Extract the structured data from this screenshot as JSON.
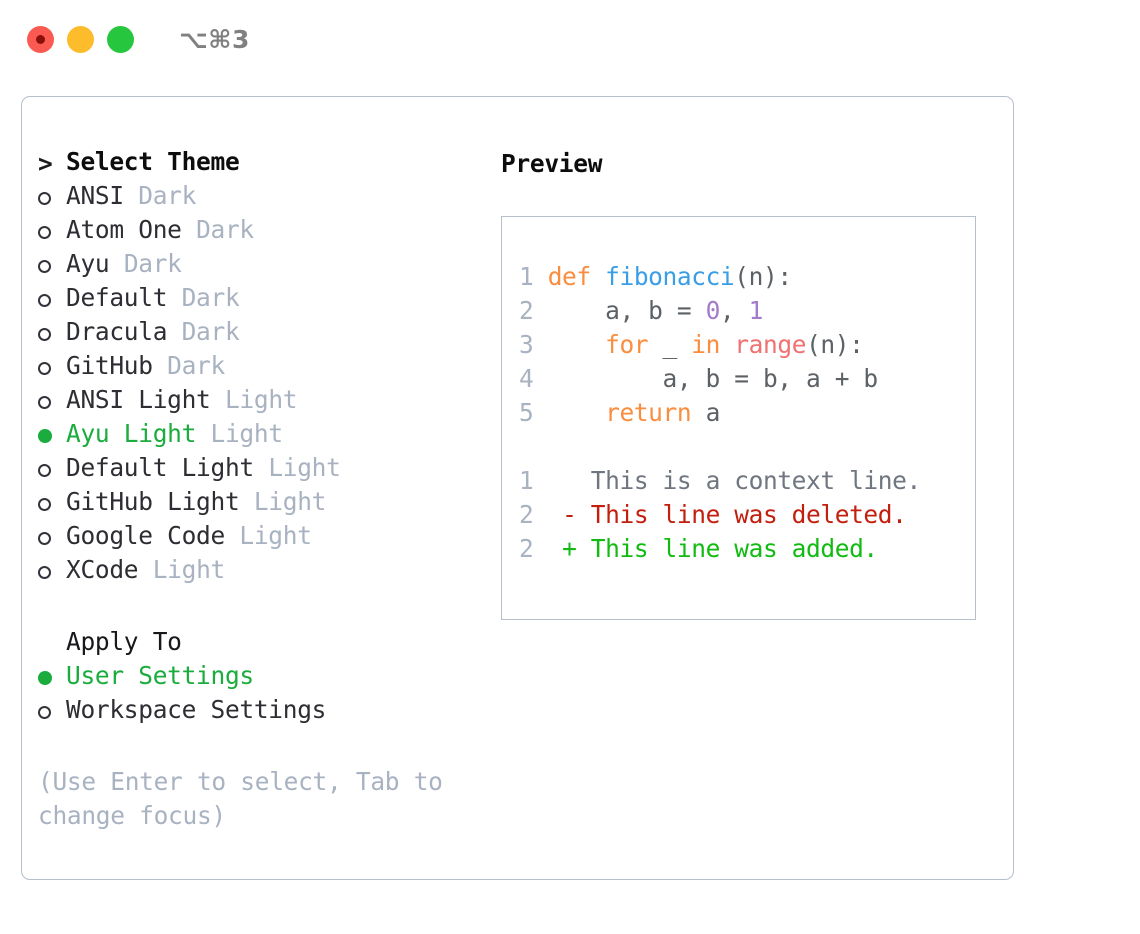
{
  "titlebar": {
    "shortcut": "⌥⌘3",
    "buttons": [
      {
        "name": "close",
        "color": "#fb5a52"
      },
      {
        "name": "minimize",
        "color": "#fcbc2b"
      },
      {
        "name": "maximize",
        "color": "#26c73f"
      }
    ]
  },
  "theme_panel": {
    "heading": "Select Theme",
    "caret": ">",
    "items": [
      {
        "label": "ANSI",
        "tag": "Dark",
        "selected": false
      },
      {
        "label": "Atom One",
        "tag": "Dark",
        "selected": false
      },
      {
        "label": "Ayu",
        "tag": "Dark",
        "selected": false
      },
      {
        "label": "Default",
        "tag": "Dark",
        "selected": false
      },
      {
        "label": "Dracula",
        "tag": "Dark",
        "selected": false
      },
      {
        "label": "GitHub",
        "tag": "Dark",
        "selected": false
      },
      {
        "label": "ANSI Light",
        "tag": "Light",
        "selected": false
      },
      {
        "label": "Ayu Light",
        "tag": "Light",
        "selected": true
      },
      {
        "label": "Default Light",
        "tag": "Light",
        "selected": false
      },
      {
        "label": "GitHub Light",
        "tag": "Light",
        "selected": false
      },
      {
        "label": "Google Code",
        "tag": "Light",
        "selected": false
      },
      {
        "label": "XCode",
        "tag": "Light",
        "selected": false
      }
    ]
  },
  "apply_to": {
    "heading": "Apply To",
    "options": [
      {
        "label": "User Settings",
        "selected": true
      },
      {
        "label": "Workspace Settings",
        "selected": false
      }
    ]
  },
  "hint": "(Use Enter to select, Tab to change focus)",
  "preview": {
    "title": "Preview",
    "code_lines": [
      {
        "no": "1",
        "tokens": [
          {
            "t": "def",
            "c": "kw"
          },
          {
            "t": " ",
            "c": "pl"
          },
          {
            "t": "fibonacci",
            "c": "fn"
          },
          {
            "t": "(n):",
            "c": "pl"
          }
        ]
      },
      {
        "no": "2",
        "tokens": [
          {
            "t": "    a, b = ",
            "c": "pl"
          },
          {
            "t": "0",
            "c": "num"
          },
          {
            "t": ", ",
            "c": "pl"
          },
          {
            "t": "1",
            "c": "num"
          }
        ]
      },
      {
        "no": "3",
        "tokens": [
          {
            "t": "    ",
            "c": "pl"
          },
          {
            "t": "for",
            "c": "kw"
          },
          {
            "t": " _ ",
            "c": "pl"
          },
          {
            "t": "in",
            "c": "kw"
          },
          {
            "t": " ",
            "c": "pl"
          },
          {
            "t": "range",
            "c": "bi"
          },
          {
            "t": "(n):",
            "c": "pl"
          }
        ]
      },
      {
        "no": "4",
        "tokens": [
          {
            "t": "        a, b = b, a + b",
            "c": "pl"
          }
        ]
      },
      {
        "no": "5",
        "tokens": [
          {
            "t": "    ",
            "c": "pl"
          },
          {
            "t": "return",
            "c": "kw"
          },
          {
            "t": " a",
            "c": "pl"
          }
        ]
      }
    ],
    "diff_lines": [
      {
        "no": "1",
        "sign": " ",
        "text": "This is a context line.",
        "kind": "ctx"
      },
      {
        "no": "2",
        "sign": "-",
        "text": "This line was deleted.",
        "kind": "del"
      },
      {
        "no": "2",
        "sign": "+",
        "text": "This line was added.",
        "kind": "add"
      }
    ]
  },
  "colors": {
    "accent_green": "#1aac3c",
    "muted": "#a8b2c1",
    "border": "#b6bfcc",
    "syntax_keyword": "#fa8d3e",
    "syntax_function": "#399ee6",
    "syntax_number": "#a37acc",
    "syntax_builtin": "#f07171",
    "diff_deleted": "#c21f0e",
    "diff_added": "#12bb12"
  }
}
